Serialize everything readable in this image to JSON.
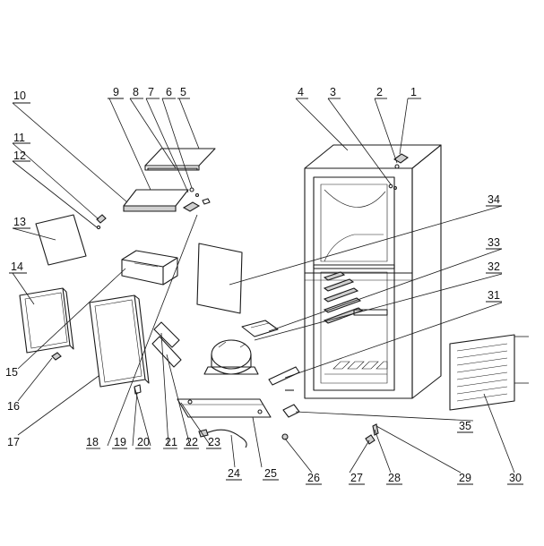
{
  "diagram": {
    "parts": [
      {
        "id": "1",
        "label": "1"
      },
      {
        "id": "2",
        "label": "2"
      },
      {
        "id": "3",
        "label": "3"
      },
      {
        "id": "4",
        "label": "4"
      },
      {
        "id": "5",
        "label": "5"
      },
      {
        "id": "6",
        "label": "6"
      },
      {
        "id": "7",
        "label": "7"
      },
      {
        "id": "8",
        "label": "8"
      },
      {
        "id": "9",
        "label": "9"
      },
      {
        "id": "10",
        "label": "10"
      },
      {
        "id": "11",
        "label": "11"
      },
      {
        "id": "12",
        "label": "12"
      },
      {
        "id": "13",
        "label": "13"
      },
      {
        "id": "14",
        "label": "14"
      },
      {
        "id": "15",
        "label": "15"
      },
      {
        "id": "16",
        "label": "16"
      },
      {
        "id": "17",
        "label": "17"
      },
      {
        "id": "18",
        "label": "18"
      },
      {
        "id": "19",
        "label": "19"
      },
      {
        "id": "20",
        "label": "20"
      },
      {
        "id": "21",
        "label": "21"
      },
      {
        "id": "22",
        "label": "22"
      },
      {
        "id": "23",
        "label": "23"
      },
      {
        "id": "24",
        "label": "24"
      },
      {
        "id": "25",
        "label": "25"
      },
      {
        "id": "26",
        "label": "26"
      },
      {
        "id": "27",
        "label": "27"
      },
      {
        "id": "28",
        "label": "28"
      },
      {
        "id": "29",
        "label": "29"
      },
      {
        "id": "30",
        "label": "30"
      },
      {
        "id": "31",
        "label": "31"
      },
      {
        "id": "32",
        "label": "32"
      },
      {
        "id": "33",
        "label": "33"
      },
      {
        "id": "34",
        "label": "34"
      },
      {
        "id": "35",
        "label": "35"
      }
    ]
  }
}
